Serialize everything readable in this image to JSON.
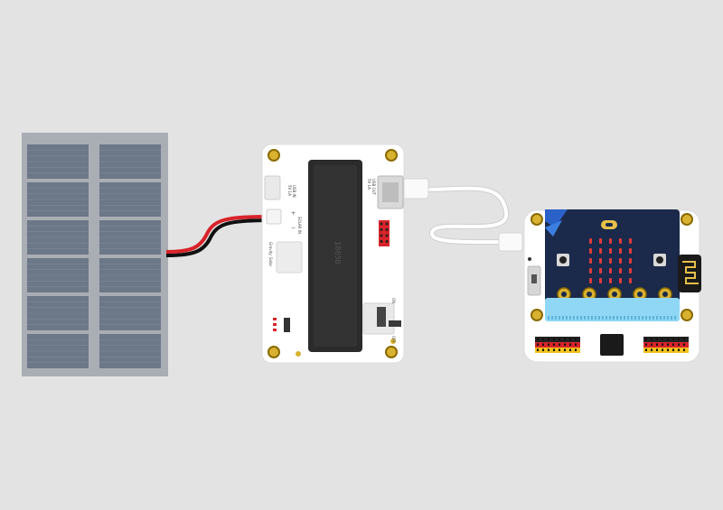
{
  "scene": {
    "description_free": true,
    "background_color": "#e3e3e3",
    "components": [
      {
        "id": "solar-panel",
        "icon": "solar-panel-icon",
        "cell_color": "#6c7787",
        "frame_color": "#a9aeb5",
        "columns": 2,
        "rows": 6
      },
      {
        "id": "power-board",
        "icon": "power-board-icon",
        "color": "#ffffff",
        "battery_color": "#2b2b2b"
      },
      {
        "id": "microbit-expansion-board",
        "icon": "microbit-icon",
        "pcb_color": "#1b2a4a",
        "edge_connector_color": "#8fd7f5",
        "led_color": "#e23a3a"
      }
    ],
    "cables": [
      {
        "id": "solar-cable",
        "colors": [
          "#d8232a",
          "#111111"
        ]
      },
      {
        "id": "usb-cable",
        "color": "#ffffff"
      }
    ]
  },
  "labels": {
    "usb_in": "USB IN",
    "usb_in_spec": "5V 1A",
    "solar_in": "SOLAR IN",
    "usb_out": "USB OUT",
    "usb_out_spec": "5V 1A",
    "switch_on": "ON",
    "switch_off": "OFF",
    "battery_text": "18650",
    "brand": "Gravity: Solar"
  }
}
